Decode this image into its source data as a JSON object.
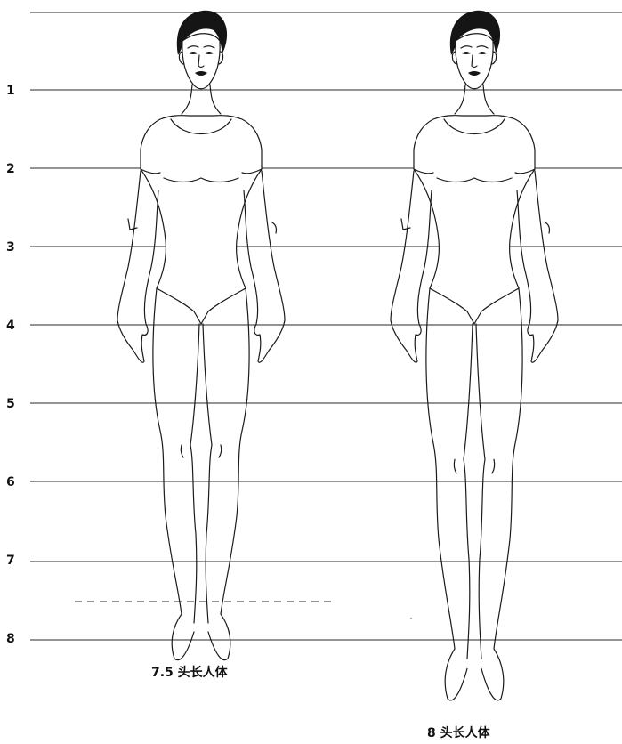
{
  "scale": {
    "labels": [
      "1",
      "2",
      "3",
      "4",
      "5",
      "6",
      "7",
      "8"
    ]
  },
  "figures": [
    {
      "caption": "7.5 头长人体"
    },
    {
      "caption": "8 头长人体"
    }
  ],
  "colors": {
    "line": "#1a1a1a",
    "background": "#ffffff"
  }
}
